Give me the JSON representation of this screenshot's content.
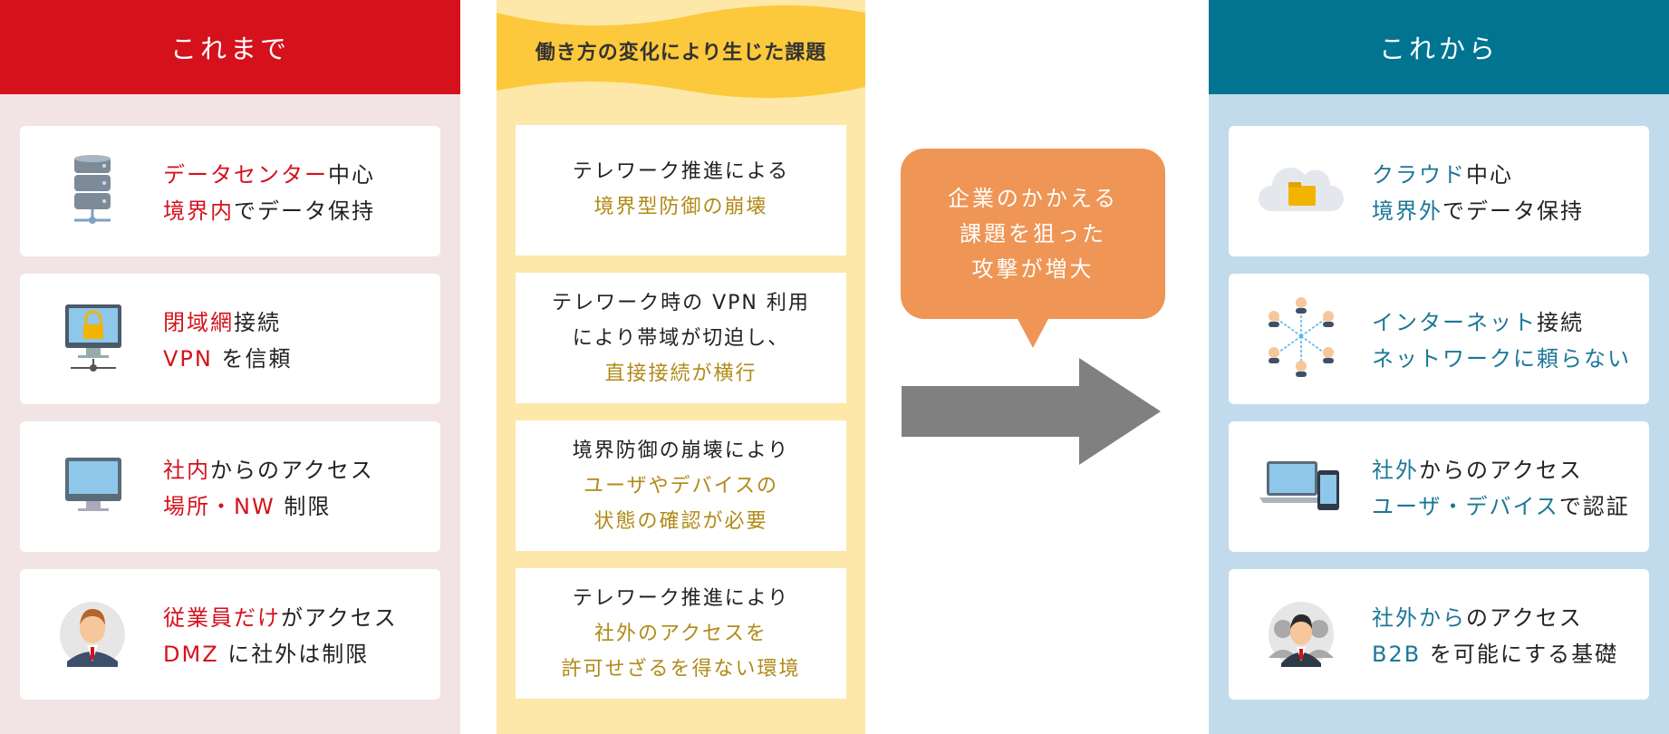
{
  "left": {
    "title": "これまで",
    "cards": [
      {
        "icon": "database-server-icon",
        "hl1": "データセンター",
        "t1": "中心",
        "hl2": "境界内",
        "t2": "でデータ保持"
      },
      {
        "icon": "locked-monitor-icon",
        "hl1": "閉域網",
        "t1": "接続",
        "hl2": "VPN",
        "t2": " を信頼"
      },
      {
        "icon": "desktop-monitor-icon",
        "hl1": "社内",
        "t1": "からのアクセス",
        "hl2": "場所・NW",
        "t2": " 制限"
      },
      {
        "icon": "employee-avatar-icon",
        "hl1": "従業員だけ",
        "t1": "がアクセス",
        "hl2": "DMZ",
        "t2": " に社外は制限"
      }
    ]
  },
  "middle": {
    "title": "働き方の変化により生じた課題",
    "cards": [
      {
        "lines": [
          {
            "text": "テレワーク推進による",
            "gold": false
          },
          {
            "text": "境界型防御の崩壊",
            "gold": true
          }
        ]
      },
      {
        "lines": [
          {
            "text": "テレワーク時の VPN 利用",
            "gold": false
          },
          {
            "text": "により帯域が切迫し、",
            "gold": false
          },
          {
            "text": "直接接続が横行",
            "gold": true
          }
        ]
      },
      {
        "lines": [
          {
            "text": "境界防御の崩壊により",
            "gold": false
          },
          {
            "text": "ユーザやデバイスの",
            "gold": true
          },
          {
            "text": "状態の確認が必要",
            "gold": true
          }
        ]
      },
      {
        "lines": [
          {
            "text": "テレワーク推進により",
            "gold": false
          },
          {
            "text": "社外のアクセスを",
            "gold": true
          },
          {
            "text": "許可せざるを得ない環境",
            "gold": true
          }
        ]
      }
    ]
  },
  "bubble": {
    "lines": [
      "企業のかかえる",
      "課題を狙った",
      "攻撃が増大"
    ]
  },
  "right": {
    "title": "これから",
    "cards": [
      {
        "icon": "cloud-folder-icon",
        "hl1": "クラウド",
        "t1": "中心",
        "hl2": "境界外",
        "t2": "でデータ保持"
      },
      {
        "icon": "network-people-icon",
        "hl1": "インターネット",
        "t1": "接続",
        "hl2": "ネットワークに頼らない",
        "t2": ""
      },
      {
        "icon": "laptop-phone-icon",
        "hl1": "社外",
        "t1": "からのアクセス",
        "hl2": "ユーザ・デバイス",
        "t2": "で認証"
      },
      {
        "icon": "business-group-icon",
        "hl1": "社外から",
        "t1": "のアクセス",
        "hl2": "B2B",
        "t2": " を可能にする基礎"
      }
    ]
  },
  "colors": {
    "left_accent": "#d5111c",
    "right_accent": "#007491",
    "middle_bg": "#fde8a9",
    "banner": "#fdc93c",
    "bubble": "#ef9556",
    "arrow": "#808080"
  }
}
